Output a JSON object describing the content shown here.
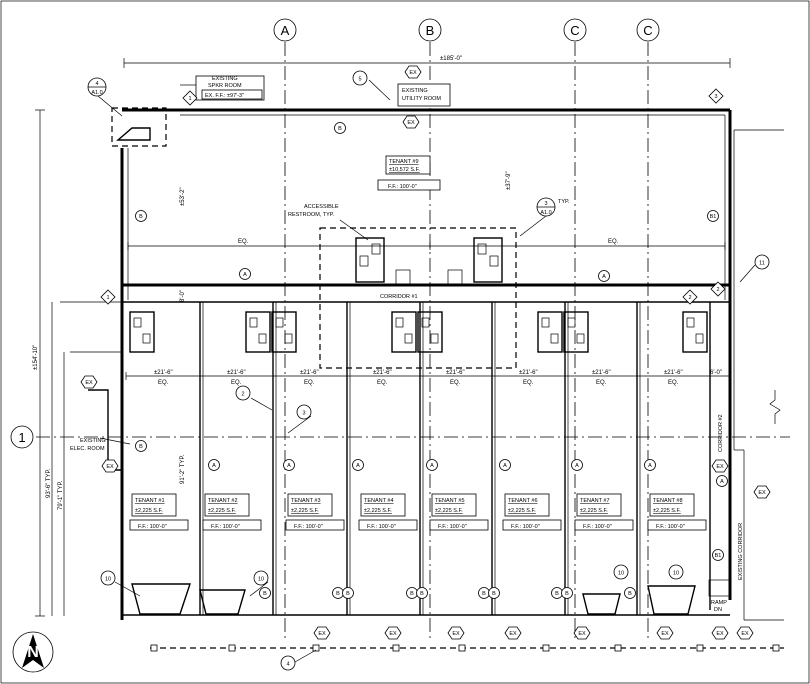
{
  "grid_bubbles": {
    "top": [
      "A",
      "B",
      "C",
      "C"
    ],
    "left": "1"
  },
  "dimensions": {
    "overall_width": "±185'-0\"",
    "overall_depth": "±154'-10\"",
    "tenant9_depth": "±53'-2\"",
    "tenant9_depth_right": "±37'-9\"",
    "bay_depth": "93'-6\" TYP.",
    "bay_depth_inner": "79'-1\" TYP.",
    "bay_clear": "91'-2\" TYP.",
    "stub": "8'-0\"",
    "corridor_w": "6'-0\"",
    "eq": "EQ.",
    "bay_widths": [
      "±21'-6\"",
      "±21'-6\"",
      "±21'-6\"",
      "±21'-6\"",
      "±21'-6\"",
      "±21'-6\"",
      "±21'-6\"",
      "±21'-6\""
    ]
  },
  "rooms": {
    "spkr_title": "EXISTING",
    "spkr_name": "SPKR ROOM",
    "spkr_ff": "EX. F.F.: ±97'-3\"",
    "utility_title": "EXISTING",
    "utility_name": "UTILITY ROOM",
    "elec_title": "EXISTING",
    "elec_name": "ELEC. ROOM",
    "accessible_1": "ACCESSIBLE",
    "accessible_2": "RESTROOM, TYP.",
    "corridor1": "CORRIDOR #1",
    "corridor2": "CORRIDOR #2",
    "existing_corridor": "EXISTING CORRIDOR",
    "ramp_1": "RAMP",
    "ramp_2": "DN",
    "typ": "TYP."
  },
  "tenant9": {
    "name": "TENANT #9",
    "area": "±10,572 S.F.",
    "ff": "F.F.: 100'-0\""
  },
  "tenants": [
    {
      "name": "TENANT #1",
      "area": "±2,225 S.F.",
      "ff": "F.F.: 100'-0\""
    },
    {
      "name": "TENANT #2",
      "area": "±2,225 S.F.",
      "ff": "F.F.: 100'-0\""
    },
    {
      "name": "TENANT #3",
      "area": "±2,225 S.F.",
      "ff": "F.F.: 100'-0\""
    },
    {
      "name": "TENANT #4",
      "area": "±2,225 S.F.",
      "ff": "F.F.: 100'-0\""
    },
    {
      "name": "TENANT #5",
      "area": "±2,225 S.F.",
      "ff": "F.F.: 100'-0\""
    },
    {
      "name": "TENANT #6",
      "area": "±2,225 S.F.",
      "ff": "F.F.: 100'-0\""
    },
    {
      "name": "TENANT #7",
      "area": "±2,225 S.F.",
      "ff": "F.F.: 100'-0\""
    },
    {
      "name": "TENANT #8",
      "area": "±2,225 S.F.",
      "ff": "F.F.: 100'-0\""
    }
  ],
  "tags": {
    "wall_a": "A",
    "wall_b": "B",
    "wall_b1": "B1",
    "existing": "EX",
    "north": "N",
    "keynote_1": "1",
    "keynote_2": "2",
    "keynote_3": "3",
    "keynote_4": "4",
    "keynote_5": "5",
    "keynote_10": "10",
    "keynote_11": "11",
    "detail_4": "4",
    "detail_3": "3",
    "detail_sheet": "A1.0"
  }
}
